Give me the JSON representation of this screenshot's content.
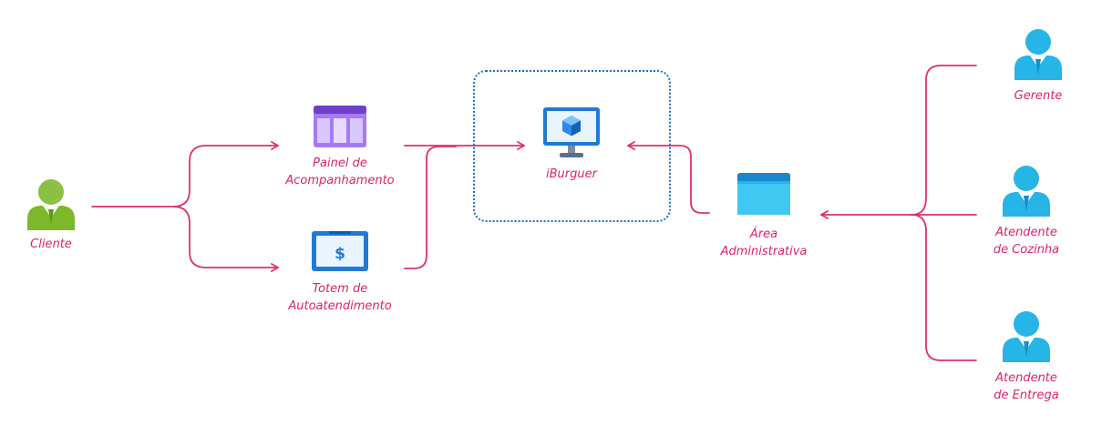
{
  "diagram": {
    "nodes": {
      "cliente": {
        "line1": "Cliente",
        "icon": "user-icon",
        "color": "#7cb82a"
      },
      "painel": {
        "line1": "Painel de",
        "line2": "Acompanhamento",
        "icon": "dashboard-icon",
        "color": "#8c5ce0"
      },
      "totem": {
        "line1": "Totem de",
        "line2": "Autoatendimento",
        "icon": "payment-terminal-icon",
        "color": "#1f7ad6"
      },
      "iburguer": {
        "line1": "iBurguer",
        "icon": "monitor-cube-icon",
        "color": "#1f7ad6"
      },
      "area": {
        "line1": "Área",
        "line2": "Administrativa",
        "icon": "browser-window-icon",
        "color": "#27b4e6"
      },
      "gerente": {
        "line1": "Gerente",
        "icon": "user-icon",
        "color": "#27b4e6"
      },
      "cozinha": {
        "line1": "Atendente",
        "line2": "de Cozinha",
        "icon": "user-icon",
        "color": "#27b4e6"
      },
      "entrega": {
        "line1": "Atendente",
        "line2": "de Entrega",
        "icon": "user-icon",
        "color": "#27b4e6"
      }
    },
    "connector_color": "#e0306f",
    "boundary_color": "#1a6dd0"
  }
}
